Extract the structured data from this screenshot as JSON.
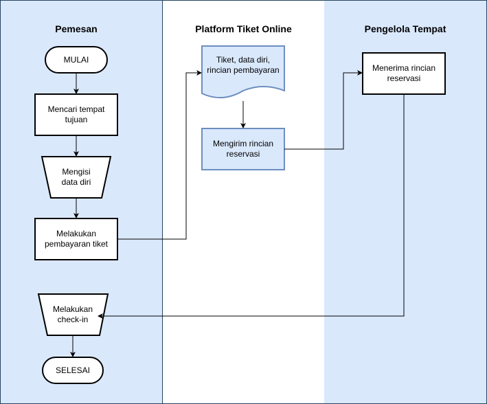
{
  "lanes": {
    "pemesan": "Pemesan",
    "platform": "Platform Tiket Online",
    "pengelola": "Pengelola Tempat"
  },
  "nodes": {
    "mulai": "MULAI",
    "mencari": "Mencari tempat tujuan",
    "mengisi": "Mengisi data diri",
    "pembayaran": "Melakukan pembayaran tiket",
    "checkin": "Melakukan check-in",
    "selesai": "SELESAI",
    "tiket": "Tiket, data diri, rincian pembayaran",
    "mengirim": "Mengirim rincian reservasi",
    "menerima": "Menerima rincian reservasi"
  },
  "colors": {
    "lane_fill": "#dae8fc",
    "lane_border": "#23445d",
    "node_stroke": "#000000",
    "blue_node_fill": "#dae8fc",
    "blue_node_stroke": "#6c8ebf"
  }
}
